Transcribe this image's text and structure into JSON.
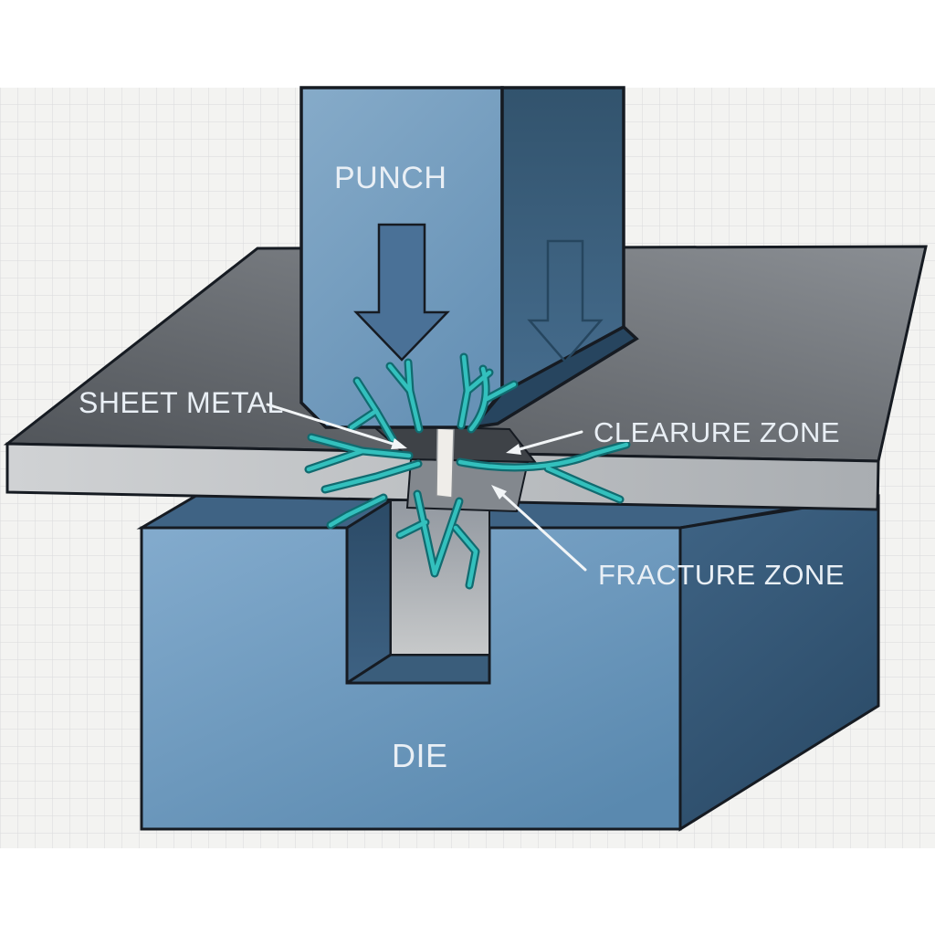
{
  "labels": {
    "punch": "PUNCH",
    "sheet_metal": "SHEET METAL",
    "clearure_zone": "CLEARURE ZONE",
    "fracture_zone": "FRACTURE ZONE",
    "die": "DIE"
  },
  "colors": {
    "background": "#ffffff",
    "grid_bg": "#f3f3f1",
    "grid_line": "#d8dadc",
    "outline": "#161b22",
    "punch_front_light": "#86abc9",
    "punch_front_dark": "#6792b6",
    "punch_side_top": "#32536d",
    "punch_side_bottom": "#456c8d",
    "punch_bevel": "#27455f",
    "arrow_fill": "#4a7197",
    "arrow_outline": "#1d3850",
    "side_arrow_outline": "#26465f",
    "plate_top_front": "#4f5358",
    "plate_top_back": "#8a8e93",
    "plate_front_left": "#d0d2d4",
    "plate_front_right": "#a9adb1",
    "hole_shadow": "#3e4247",
    "slot_wall": "#83888e",
    "cavity_wall_top": "#9298a0",
    "cavity_wall_bottom": "#c7c9ca",
    "die_top": "#3f6384",
    "die_front_light": "#83abcd",
    "die_front_dark": "#5a89af",
    "die_side_light": "#3f6485",
    "die_side_dark": "#2c4c69",
    "notch_wall_dark": "#2b4a66",
    "notch_wall_light": "#3e6283",
    "notch_bottom": "#3a5d7b",
    "slug": "#efede9",
    "slug_edge": "#8a8e92",
    "crack": "#33c0bd",
    "crack_dark": "#116b70",
    "label_text": "#e9eff5",
    "annotation": "#f2f5f7"
  }
}
